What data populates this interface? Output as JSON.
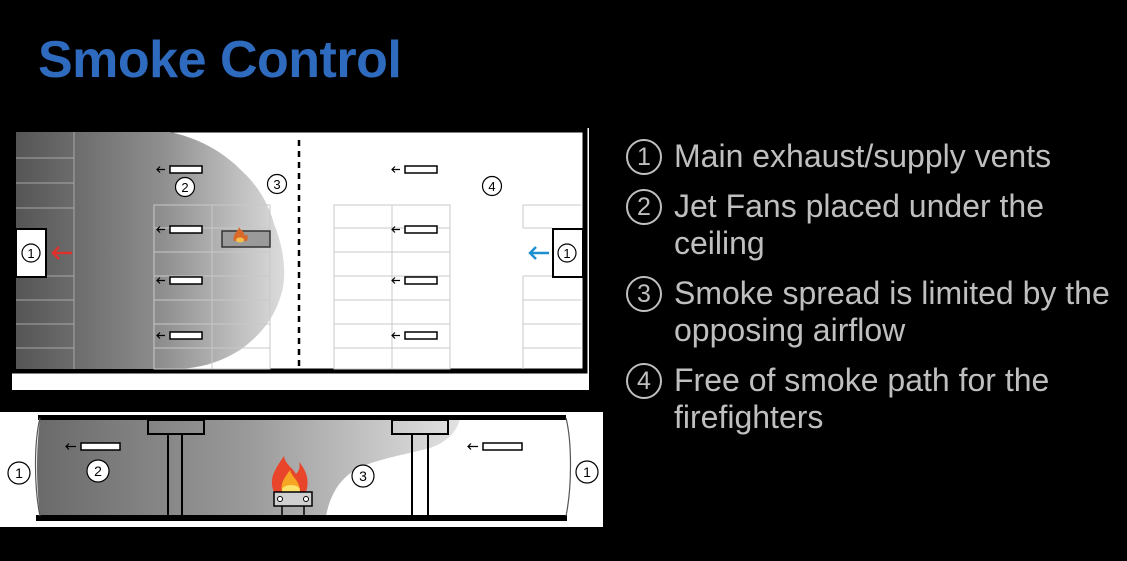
{
  "title": "Smoke Control",
  "legend": [
    {
      "number": "1",
      "text": "Main exhaust/supply vents"
    },
    {
      "number": "2",
      "text": "Jet Fans placed under the ceiling"
    },
    {
      "number": "3",
      "text": "Smoke spread is limited by the opposing airflow"
    },
    {
      "number": "4",
      "text": "Free of smoke path for the firefighters"
    }
  ],
  "plan_labels": {
    "vent_left": "1",
    "vent_right": "1",
    "jet_fan": "2",
    "smoke_front": "3",
    "clear_zone": "4"
  },
  "section_labels": {
    "vent_left": "1",
    "vent_right": "1",
    "jet_fan": "2",
    "smoke_front": "3"
  },
  "colors": {
    "title": "#2e6bbf",
    "legend_text": "#bfbfbf",
    "exhaust_arrow": "#e0302b",
    "supply_arrow": "#1e8fcf",
    "smoke_dark": "#555555",
    "smoke_light": "#dddddd"
  }
}
